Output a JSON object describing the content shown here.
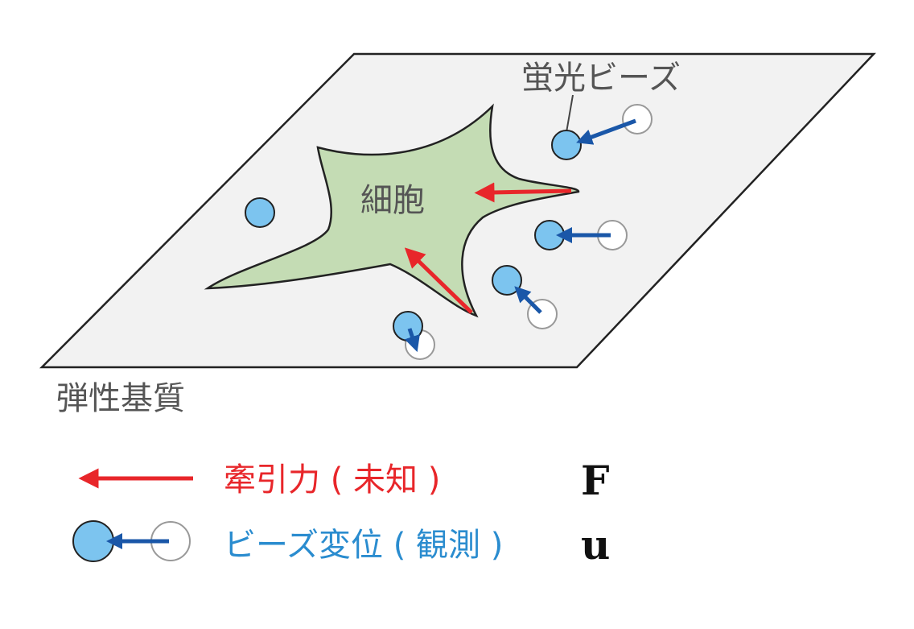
{
  "labels": {
    "beads": "蛍光ビーズ",
    "cell": "細胞",
    "substrate": "弾性基質"
  },
  "legend": {
    "force_label": "牽引力 ( 未知 )",
    "force_symbol": "F",
    "displacement_label": "ビーズ変位 ( 観測 )",
    "displacement_symbol": "u"
  },
  "colors": {
    "traction_arrow": "#e8262a",
    "displacement_arrow": "#1a57a8",
    "bead_fill": "#7cc4ef",
    "cell_fill": "#c4dcb4",
    "substrate_fill": "#f2f2f2",
    "legend_force_text": "#e8262a",
    "legend_displacement_text": "#2a8ccf"
  }
}
